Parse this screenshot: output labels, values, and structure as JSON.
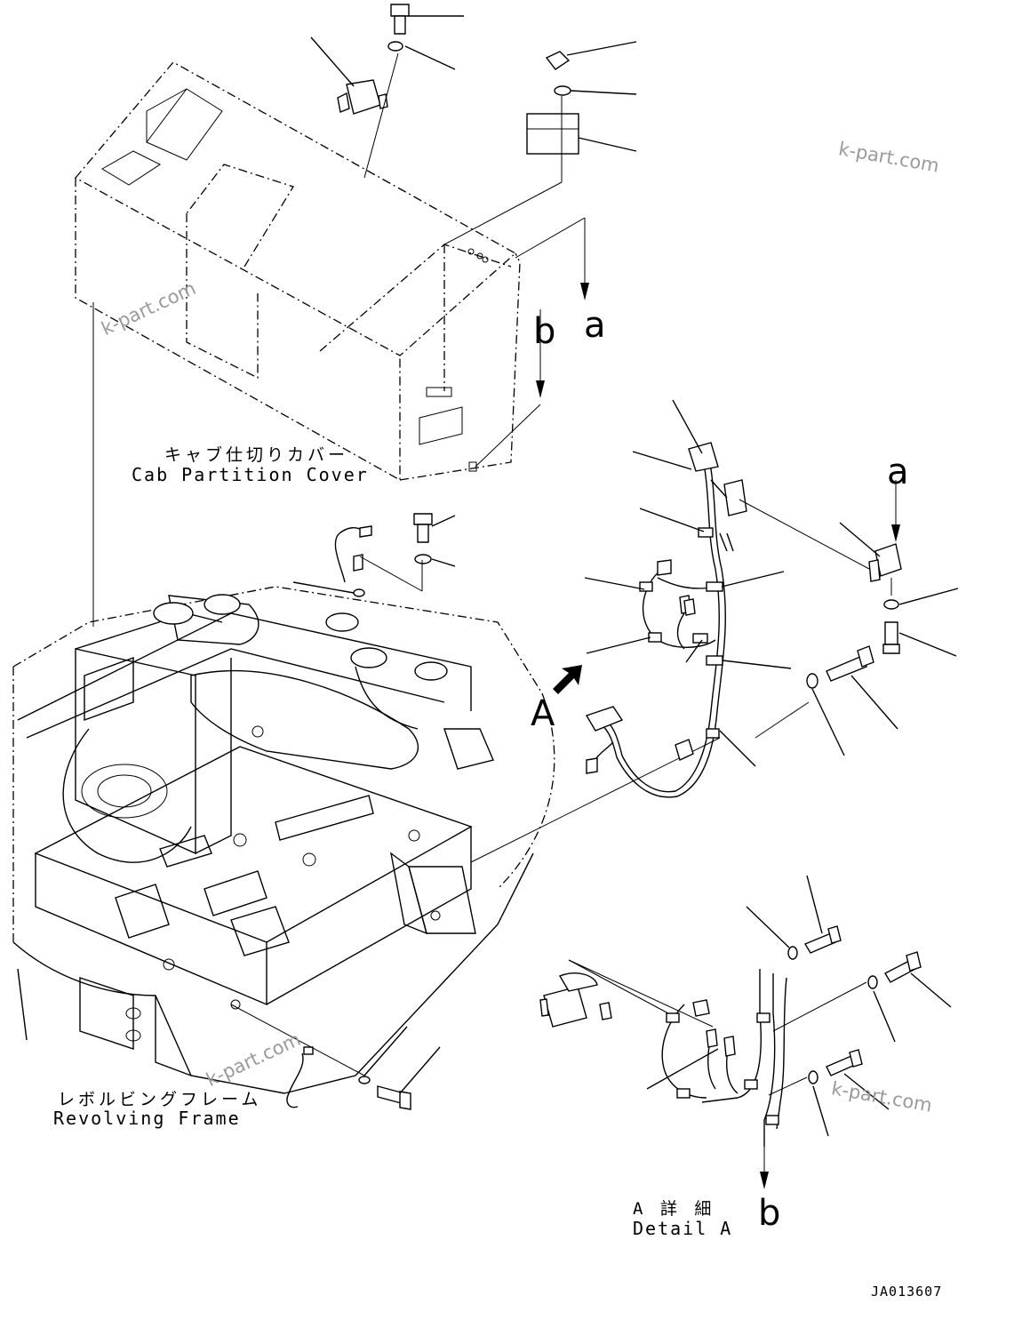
{
  "labels": {
    "cab_cover_jp": "キャブ仕切りカバー",
    "cab_cover_en": "Cab Partition Cover",
    "frame_jp": "レボルビングフレーム",
    "frame_en": "Revolving Frame",
    "detail_jp": "A 詳 細",
    "detail_en": "Detail A",
    "view_a": "A"
  },
  "refs": {
    "a1": "a",
    "b1": "b",
    "a2": "a",
    "b2": "b"
  },
  "drawing_code": "JA013607",
  "watermarks": [
    "k-part.com",
    "k-part.com",
    "k-part.com",
    "k-part.com"
  ]
}
